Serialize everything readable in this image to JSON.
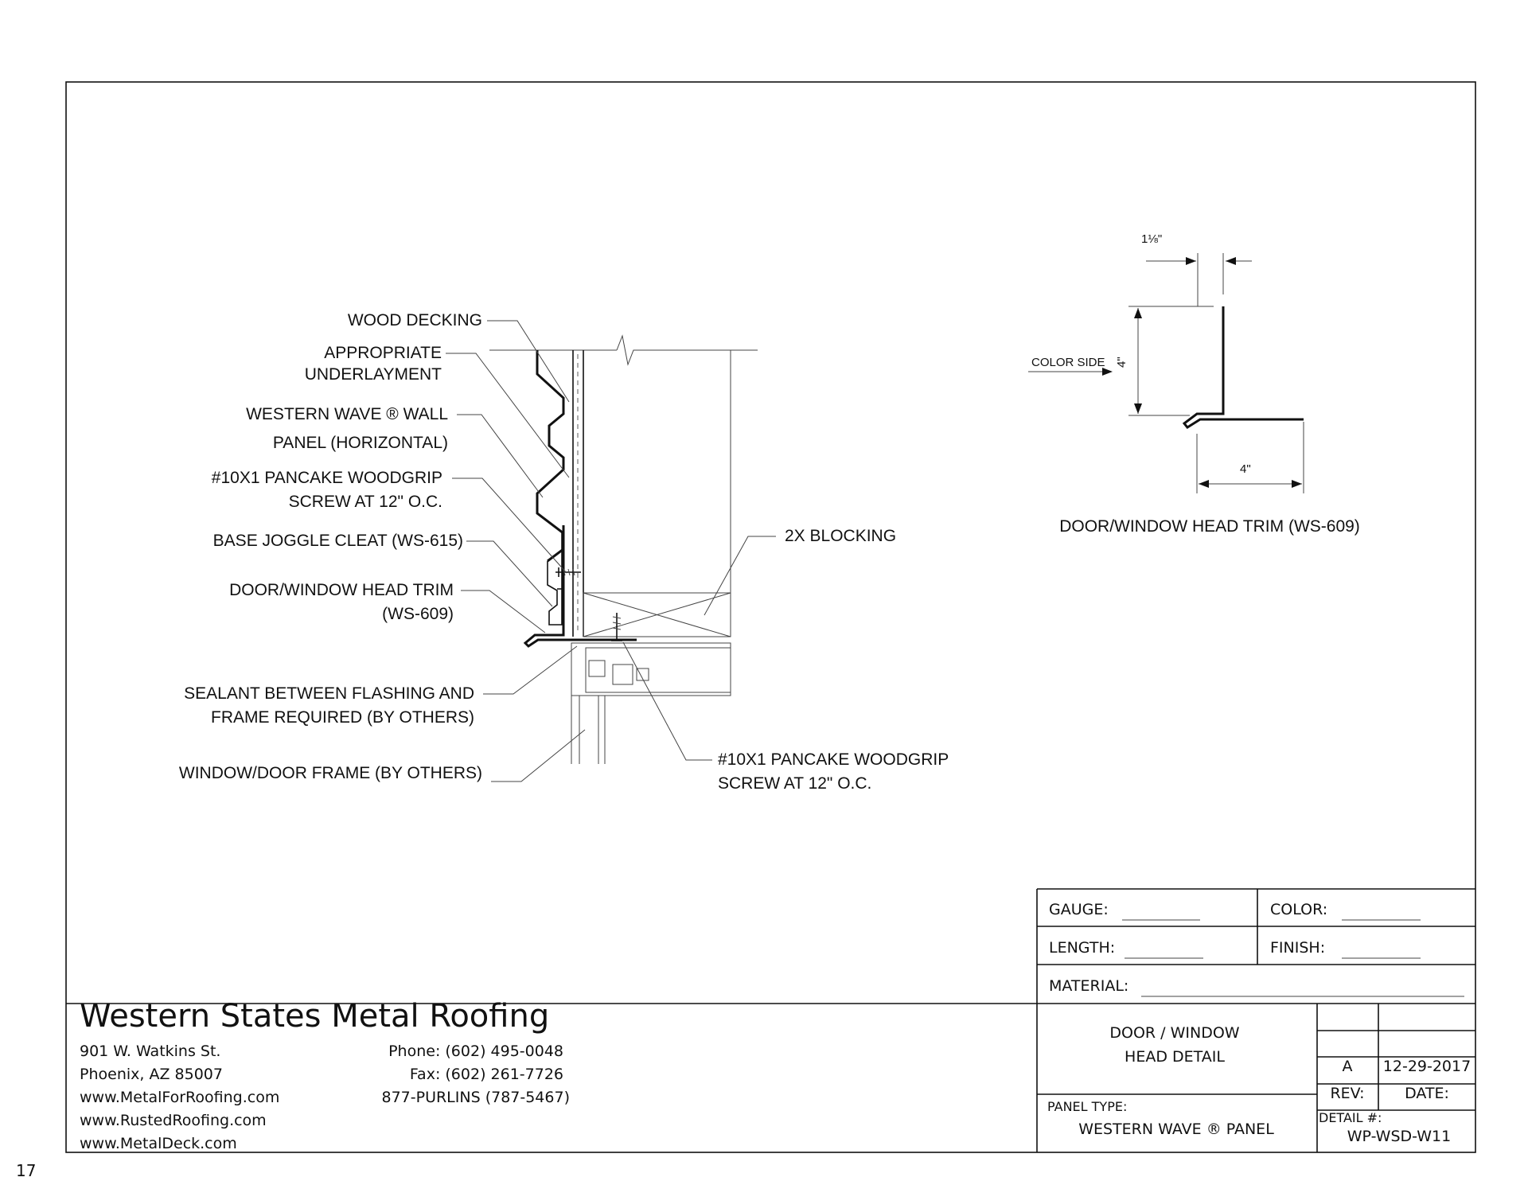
{
  "page_number": "17",
  "callouts": {
    "wood_decking": "WOOD DECKING",
    "underlayment_1": "APPROPRIATE",
    "underlayment_2": "UNDERLAYMENT",
    "wall_panel_1": "WESTERN WAVE ® WALL",
    "wall_panel_2": "PANEL (HORIZONTAL)",
    "screw_top_1": "#10X1 PANCAKE WOODGRIP",
    "screw_top_2": "SCREW AT 12\" O.C.",
    "base_cleat": "BASE JOGGLE CLEAT (WS-615)",
    "head_trim_1": "DOOR/WINDOW HEAD TRIM",
    "head_trim_2": "(WS-609)",
    "sealant_1": "SEALANT BETWEEN FLASHING AND",
    "sealant_2": "FRAME REQUIRED (BY OTHERS)",
    "frame": "WINDOW/DOOR FRAME (BY OTHERS)",
    "blocking": "2X BLOCKING",
    "screw_bottom_1": "#10X1 PANCAKE WOODGRIP",
    "screw_bottom_2": "SCREW AT 12\" O.C."
  },
  "trim_detail": {
    "dim_top": "1⅛\"",
    "dim_vertical": "4\"",
    "dim_horizontal": "4\"",
    "color_side": "COLOR SIDE",
    "caption": "DOOR/WINDOW HEAD TRIM (WS-609)"
  },
  "title_block": {
    "gauge_label": "GAUGE:",
    "color_label": "COLOR:",
    "length_label": "LENGTH:",
    "finish_label": "FINISH:",
    "material_label": "MATERIAL:",
    "title_1": "DOOR / WINDOW",
    "title_2": "HEAD DETAIL",
    "panel_type_label": "PANEL TYPE:",
    "panel_type_value": "WESTERN WAVE ® PANEL",
    "rev_value": "A",
    "date_value": "12-29-2017",
    "rev_label": "REV:",
    "date_label": "DATE:",
    "detail_label": "DETAIL #:",
    "detail_value": "WP-WSD-W11"
  },
  "company": {
    "name": "Western States Metal Roofing",
    "address_1": "901 W. Watkins St.",
    "address_2": "Phoenix, AZ 85007",
    "web_1": "www.MetalForRoofing.com",
    "web_2": "www.RustedRoofing.com",
    "web_3": "www.MetalDeck.com",
    "phone": "Phone: (602) 495-0048",
    "fax": "Fax: (602) 261-7726",
    "tollfree": "877-PURLINS (787-5467)"
  }
}
